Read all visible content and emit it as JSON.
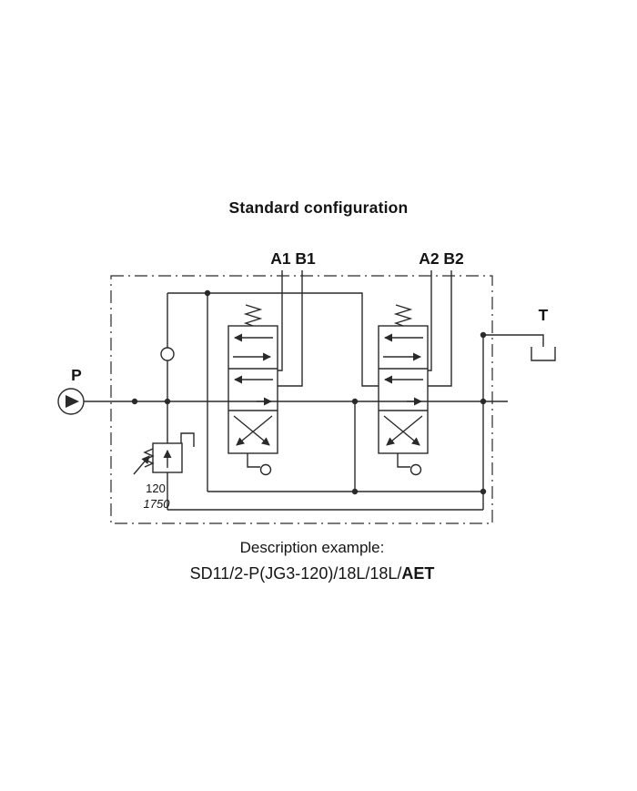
{
  "page": {
    "title": "Standard configuration",
    "description": {
      "heading": "Description example:",
      "code_prefix": "SD11/2-P(JG3-120)/18L/18L/",
      "code_suffix_bold": "AET"
    }
  },
  "schematic": {
    "pump_label": "P",
    "tank_label": "T",
    "valve1_ports_label": "A1 B1",
    "valve2_ports_label": "A2 B2",
    "relief_valve": {
      "setting_bar": "120",
      "setting_psi": "1750"
    },
    "symbols": [
      "pump-symbol",
      "check-valve-symbol",
      "relief-valve-symbol",
      "directional-valve-1",
      "directional-valve-2",
      "tank-symbol",
      "enclosure-boundary"
    ],
    "colors": {
      "line": "#2a2a2a",
      "background": "#ffffff"
    }
  }
}
